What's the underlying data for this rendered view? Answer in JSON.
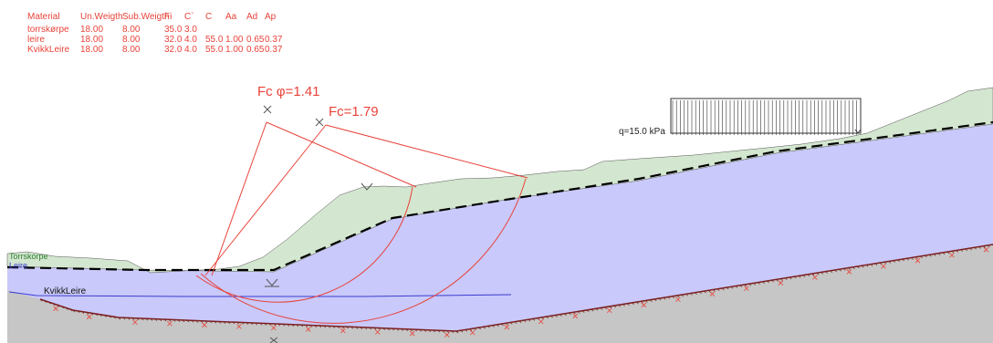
{
  "material_table": {
    "headers": [
      "Material",
      "Un.Weigth",
      "Sub.Weigth",
      "Fi",
      "C`",
      "C",
      "Aa",
      "Ad",
      "Ap"
    ],
    "rows": [
      [
        "torrskørpe",
        "18.00",
        "8.00",
        "35.0",
        "3.0",
        "",
        "",
        "",
        ""
      ],
      [
        "leire",
        "18.00",
        "8.00",
        "32.0",
        "4.0",
        "55.0",
        "1.00",
        "0.65",
        "0.37"
      ],
      [
        "KvikkLeire",
        "18.00",
        "8.00",
        "32.0",
        "4.0",
        "55.0",
        "1.00",
        "0.65",
        "0.37"
      ]
    ]
  },
  "results": {
    "fc_phi": "Fc φ=1.41",
    "fc": "Fc=1.79"
  },
  "load": {
    "label": "q=15.0  kPa"
  },
  "layers": {
    "torrskorpe": "Torrskorpe",
    "leire": "Leire",
    "kvikkleire": "KvikkLeire"
  },
  "colors": {
    "text_red": "#e8433a",
    "crust_fill": "#d3e6cf",
    "clay_fill": "#c9c9fb",
    "rock_fill": "#c6c6c6",
    "water_line": "#000000",
    "bedrock_line": "#7a1f1f",
    "layer_line_blue": "#3b3bd0"
  },
  "icons": {
    "water-level-marker": "inverted-triangle",
    "slip-centre": "x-mark",
    "bedrock-hatch": "x-mark"
  }
}
